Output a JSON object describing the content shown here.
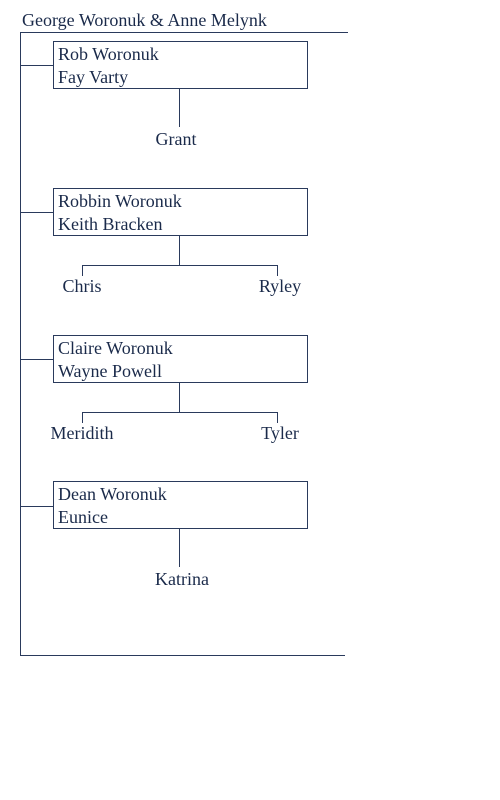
{
  "root": {
    "title": "George Woronuk & Anne Melynk"
  },
  "families": [
    {
      "parent1": "Rob Woronuk",
      "parent2": "Fay Varty",
      "children": [
        "Grant"
      ]
    },
    {
      "parent1": "Robbin Woronuk",
      "parent2": "Keith Bracken",
      "children": [
        "Chris",
        "Ryley"
      ]
    },
    {
      "parent1": "Claire Woronuk",
      "parent2": "Wayne Powell",
      "children": [
        "Meridith",
        "Tyler"
      ]
    },
    {
      "parent1": "Dean Woronuk",
      "parent2": "Eunice",
      "children": [
        "Katrina"
      ]
    }
  ]
}
